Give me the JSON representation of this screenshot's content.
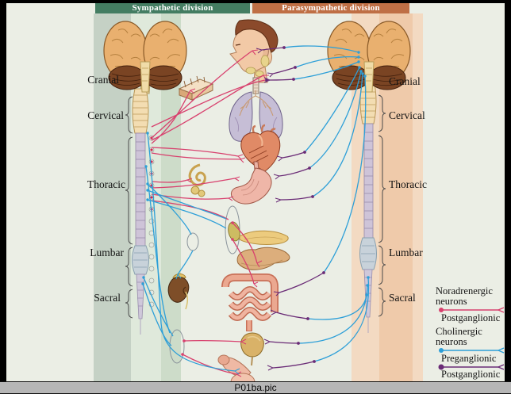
{
  "window": {
    "status_filename": "P01ba.pic"
  },
  "headers": {
    "sympathetic": "Sympathetic division",
    "parasympathetic": "Parasympathetic division"
  },
  "spine": {
    "regions": [
      "Cranial",
      "Cervical",
      "Thoracic",
      "Lumbar",
      "Sacral"
    ]
  },
  "legend": {
    "noradrenergic": {
      "title": "Noradrenergic neurons",
      "items": [
        {
          "label": "Postganglionic",
          "color": "#d8416e"
        }
      ]
    },
    "cholinergic": {
      "title": "Cholinergic neurons",
      "items": [
        {
          "label": "Preganglionic",
          "color": "#2d9fd8"
        },
        {
          "label": "Postganglionic",
          "color": "#6a2b76"
        }
      ]
    }
  },
  "colors": {
    "background": "#ebeee5",
    "sympathetic_header": "#447d62",
    "parasympathetic_header": "#bf6f45",
    "sympathetic_band": "#c5d1c5",
    "parasympathetic_band": "#efcaaa",
    "postganglionic_noradrenergic": "#d8416e",
    "preganglionic_cholinergic": "#2d9fd8",
    "postganglionic_cholinergic": "#6a2b76"
  }
}
